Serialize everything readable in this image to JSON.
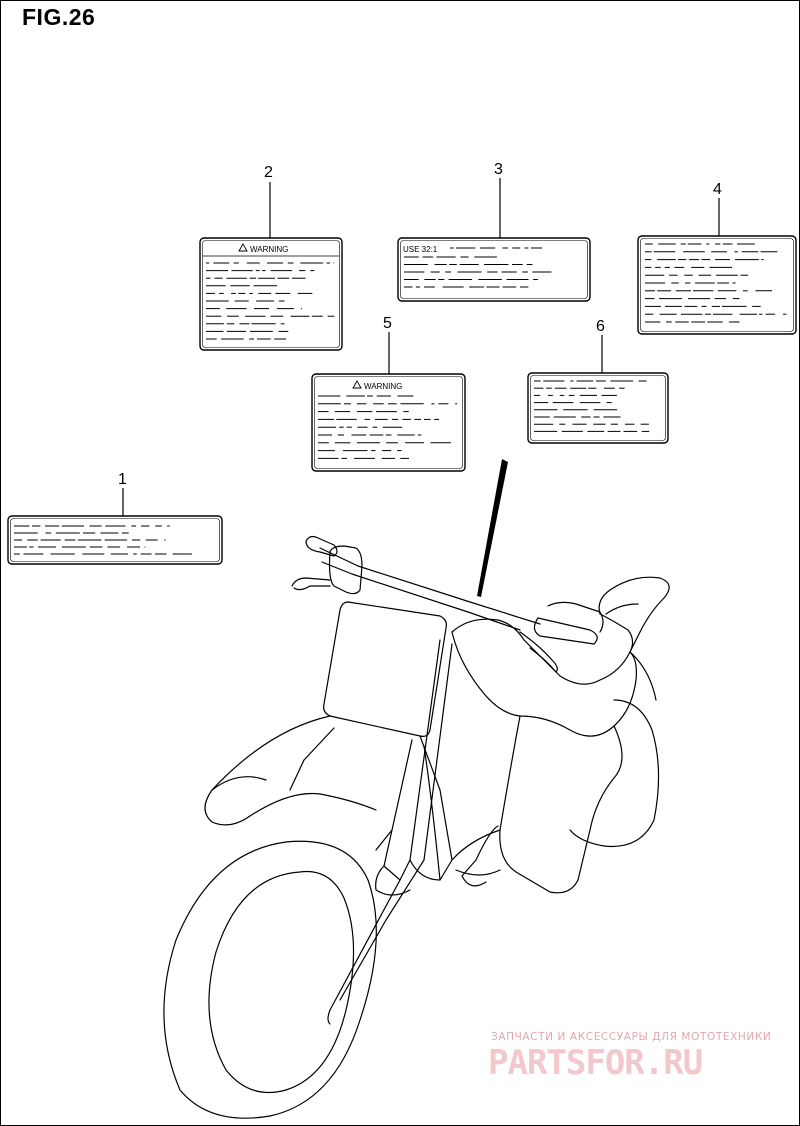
{
  "figure": {
    "title": "FIG.26"
  },
  "labels": [
    {
      "callout": "1",
      "header": ""
    },
    {
      "callout": "2",
      "header": "WARNING"
    },
    {
      "callout": "3",
      "header": "USE 32:1"
    },
    {
      "callout": "4",
      "header": ""
    },
    {
      "callout": "5",
      "header": "WARNING"
    },
    {
      "callout": "6",
      "header": ""
    }
  ],
  "watermark": {
    "tagline": "ЗАПЧАСТИ И АКСЕССУАРЫ ДЛЯ МОТОТЕХНИКИ",
    "logo": "PARTSFOR.RU"
  },
  "colors": {
    "ink": "#000000",
    "background": "#ffffff",
    "watermark": "#e8b3b8"
  },
  "icons": {
    "warning": "warning-triangle-icon"
  }
}
